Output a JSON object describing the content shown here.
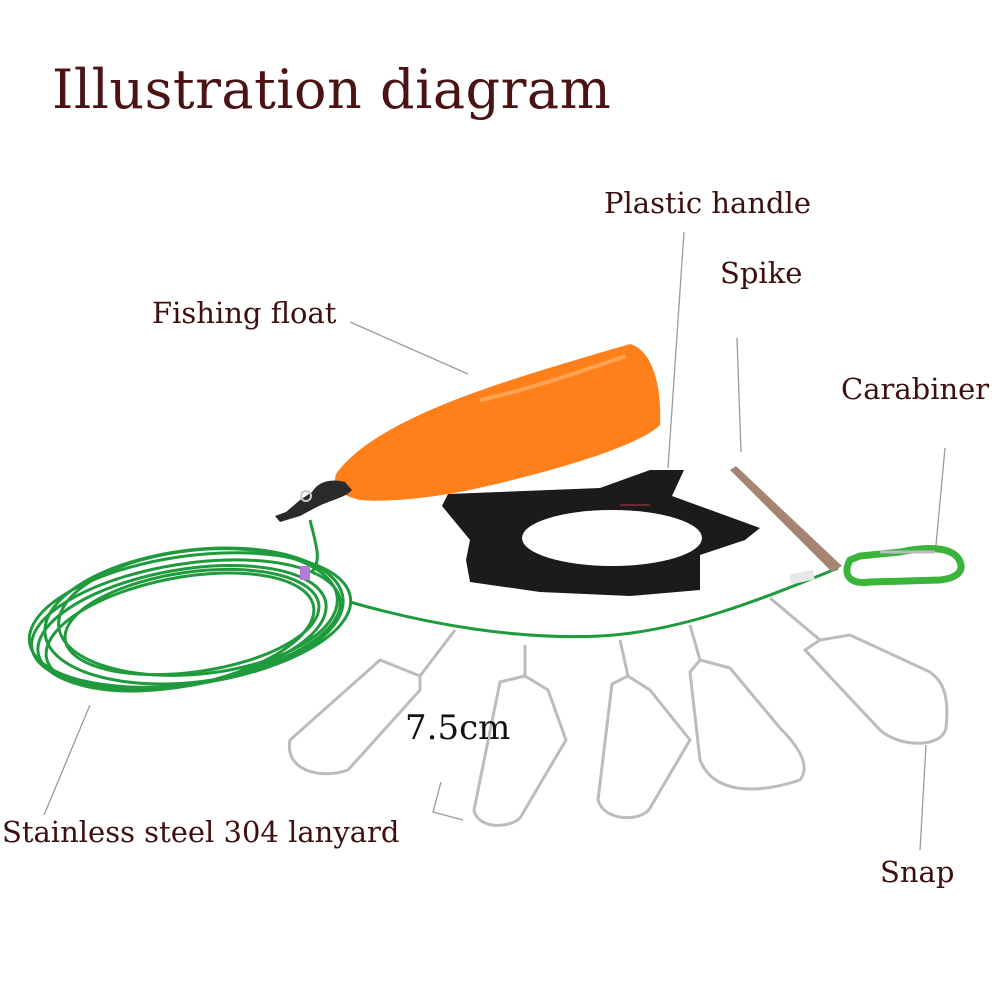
{
  "title": "Illustration diagram",
  "labels": {
    "plastic_handle": "Plastic handle",
    "spike": "Spike",
    "fishing_float": "Fishing float",
    "carabiner": "Carabiner",
    "lanyard": "Stainless steel 304 lanyard",
    "snap": "Snap",
    "spacing": "7.5cm"
  },
  "colors": {
    "title": "#4a1414",
    "label": "#3d0f0f",
    "float": "#ff7f1a",
    "cable": "#1f9a3c",
    "handle": "#1c1a1a",
    "carabiner": "#3ab53a",
    "steel": "#b9bcc0"
  }
}
